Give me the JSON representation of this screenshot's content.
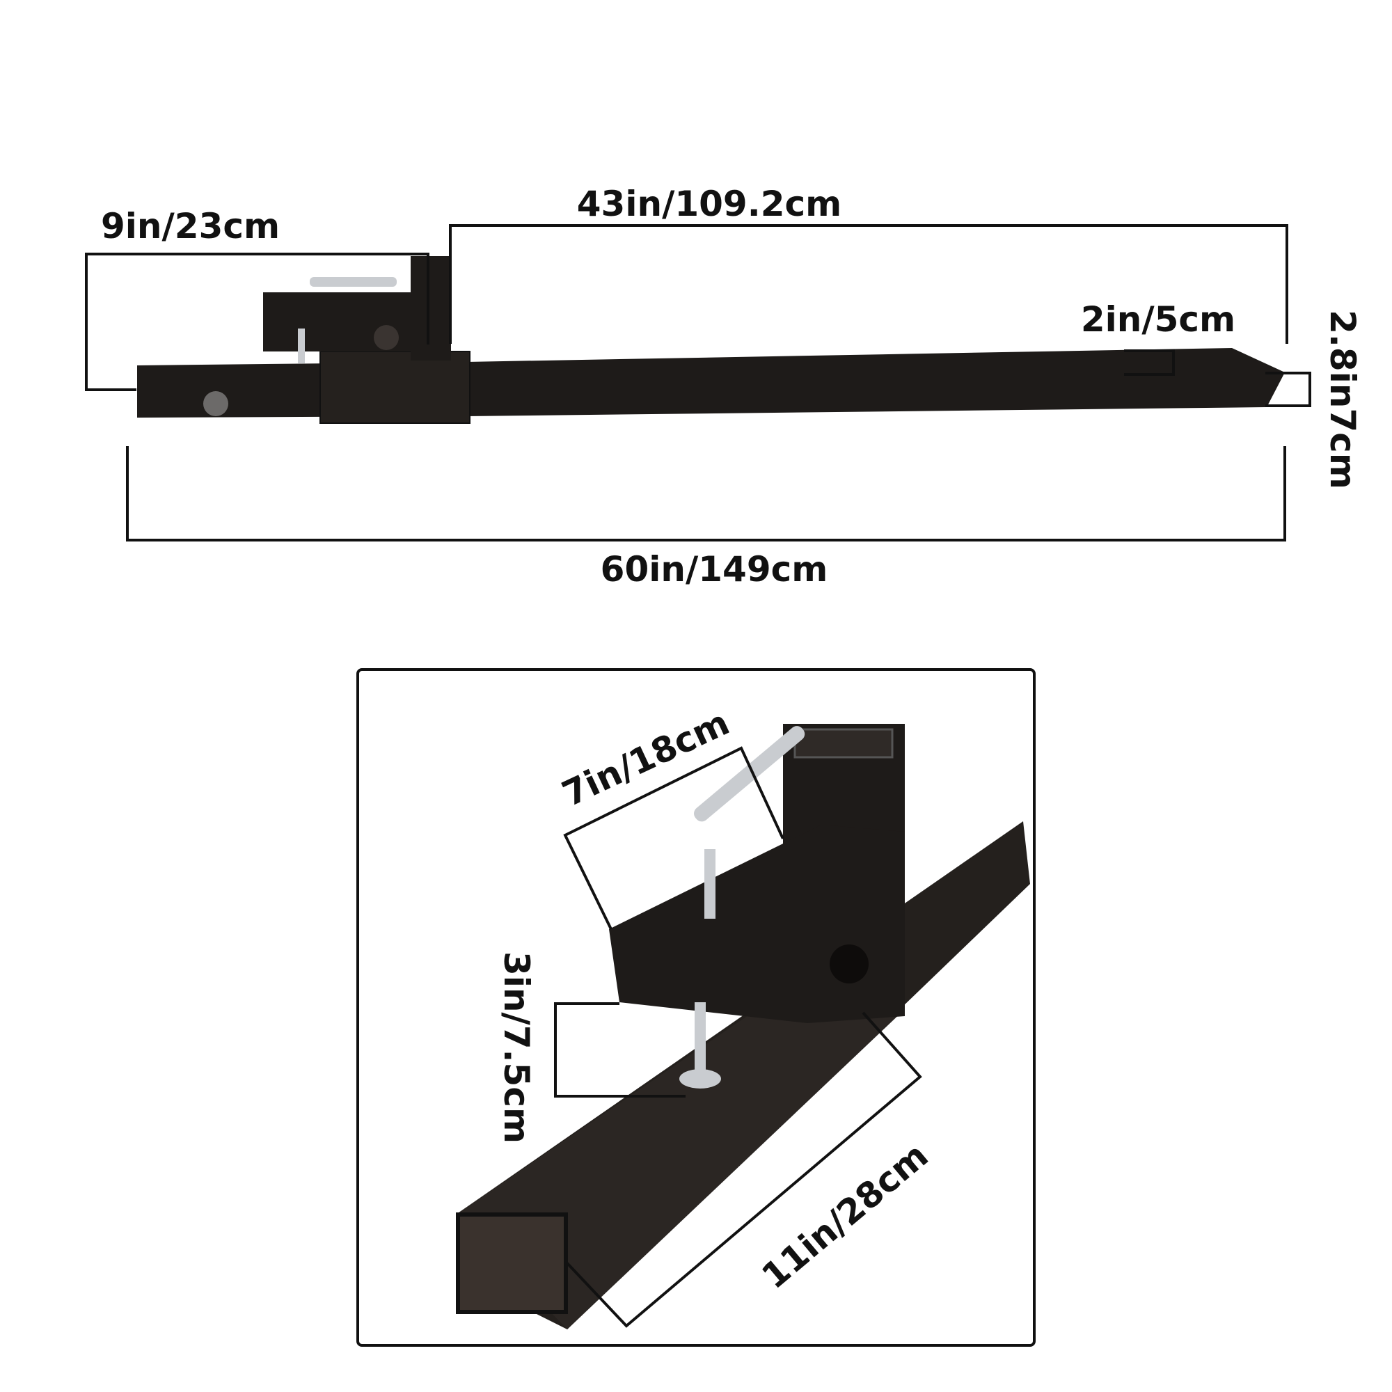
{
  "top_view": {
    "clamp_length": "9in/23cm",
    "fork_length": "43in/109.2cm",
    "overall_length": "60in/149cm",
    "fork_width": "2in/5cm",
    "fork_height": "2.8in7cm"
  },
  "detail_view": {
    "clamp_depth": "7in/18cm",
    "clamp_gap": "3in/7.5cm",
    "receiver_length": "11in/28cm"
  },
  "colors": {
    "steel": "#1e1b19",
    "bolt": "#c9ccd0",
    "line": "#111111"
  }
}
